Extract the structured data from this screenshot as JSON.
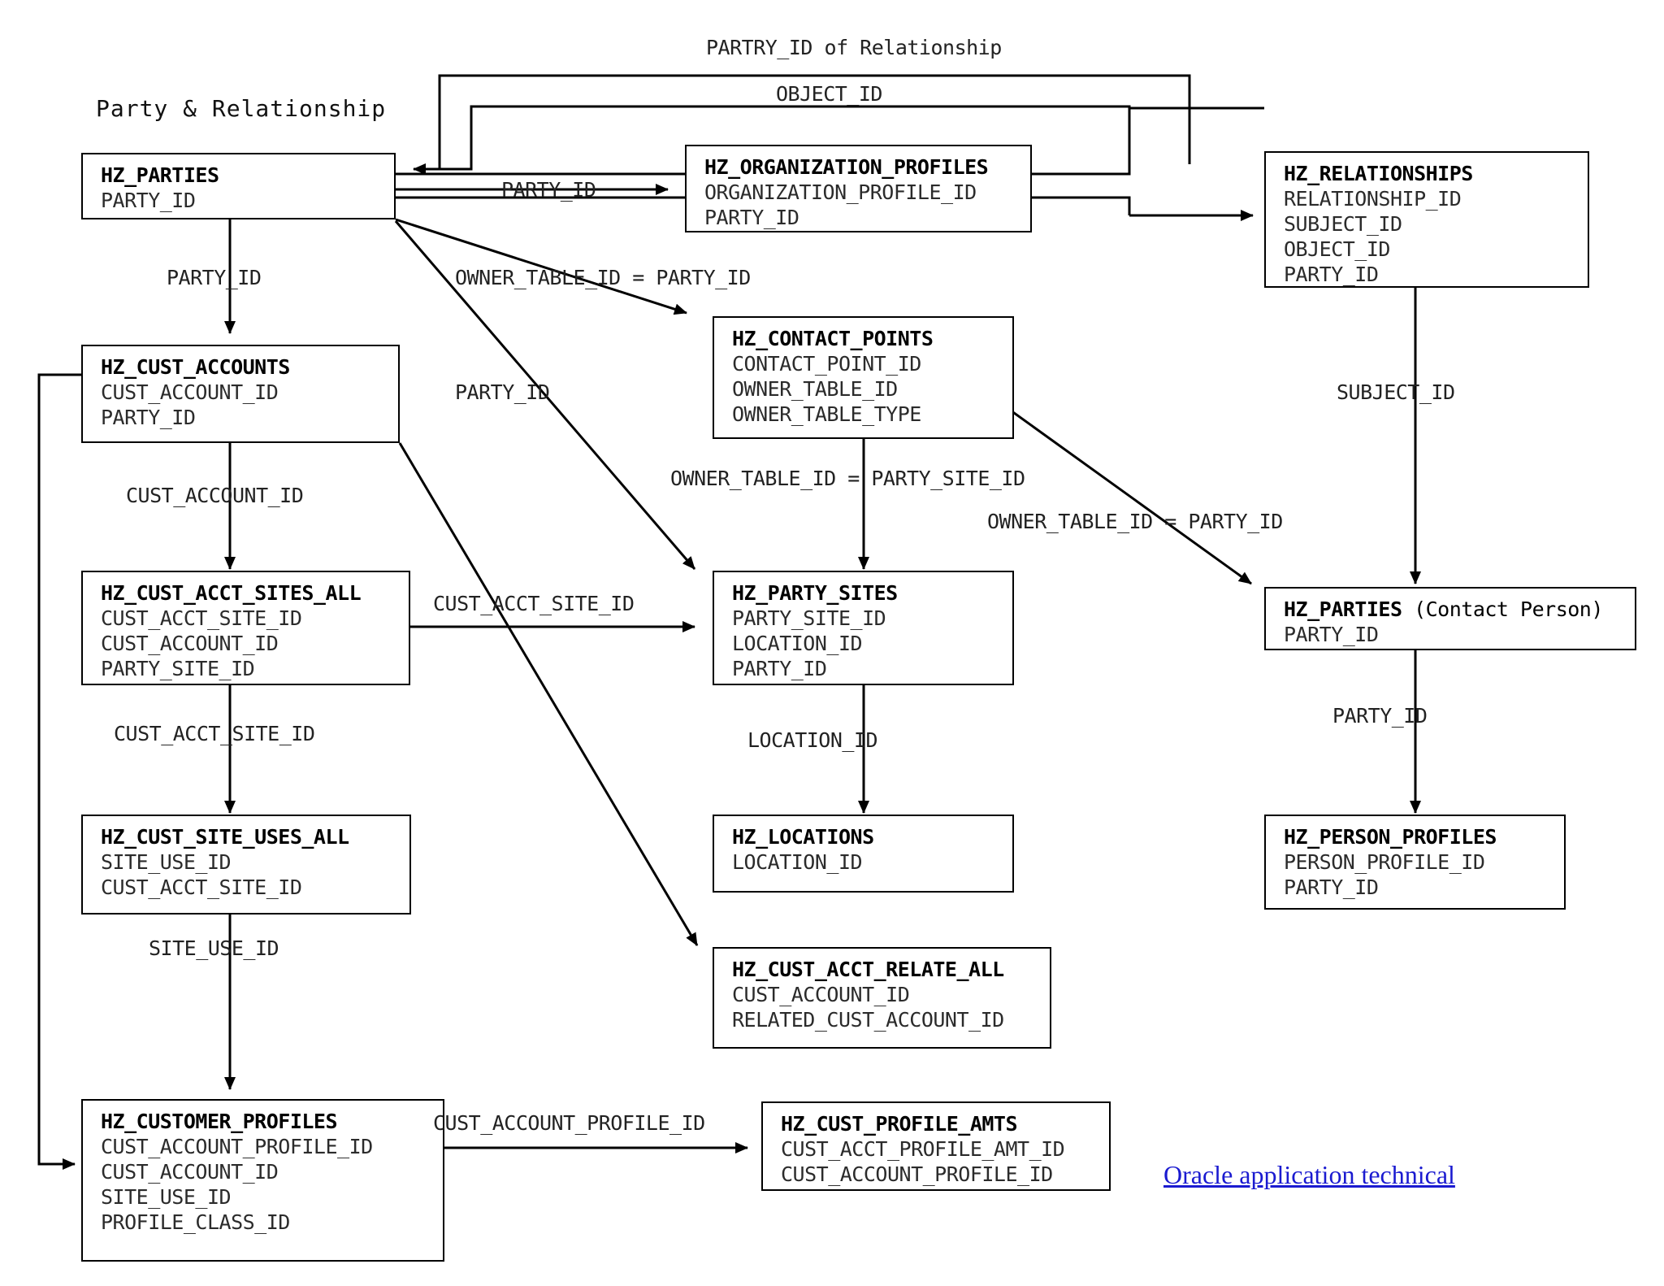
{
  "diagram": {
    "title": "Party & Relationship",
    "link_label": "Oracle application technical ",
    "link_color": "#1a1ad0"
  },
  "entities": [
    {
      "id": "hz_parties",
      "title": "HZ_PARTIES",
      "subtitle": "",
      "columns": [
        "PARTY_ID"
      ]
    },
    {
      "id": "hz_organization_profiles",
      "title": "HZ_ORGANIZATION_PROFILES",
      "subtitle": "",
      "columns": [
        "ORGANIZATION_PROFILE_ID",
        "PARTY_ID"
      ]
    },
    {
      "id": "hz_relationships",
      "title": "HZ_RELATIONSHIPS",
      "subtitle": "",
      "columns": [
        "RELATIONSHIP_ID",
        "SUBJECT_ID",
        "OBJECT_ID",
        "PARTY_ID"
      ]
    },
    {
      "id": "hz_cust_accounts",
      "title": "HZ_CUST_ACCOUNTS",
      "subtitle": "",
      "columns": [
        "CUST_ACCOUNT_ID",
        "PARTY_ID"
      ]
    },
    {
      "id": "hz_contact_points",
      "title": "HZ_CONTACT_POINTS",
      "subtitle": "",
      "columns": [
        "CONTACT_POINT_ID",
        "OWNER_TABLE_ID",
        "OWNER_TABLE_TYPE"
      ]
    },
    {
      "id": "hz_cust_acct_sites_all",
      "title": "HZ_CUST_ACCT_SITES_ALL",
      "subtitle": "",
      "columns": [
        "CUST_ACCT_SITE_ID",
        "CUST_ACCOUNT_ID",
        "PARTY_SITE_ID"
      ]
    },
    {
      "id": "hz_party_sites",
      "title": "HZ_PARTY_SITES",
      "subtitle": "",
      "columns": [
        "PARTY_SITE_ID",
        "LOCATION_ID",
        "PARTY_ID"
      ]
    },
    {
      "id": "hz_parties_contact",
      "title": "HZ_PARTIES",
      "subtitle": "(Contact Person)",
      "columns": [
        "PARTY_ID"
      ]
    },
    {
      "id": "hz_cust_site_uses_all",
      "title": "HZ_CUST_SITE_USES_ALL",
      "subtitle": "",
      "columns": [
        "SITE_USE_ID",
        "CUST_ACCT_SITE_ID"
      ]
    },
    {
      "id": "hz_locations",
      "title": "HZ_LOCATIONS",
      "subtitle": "",
      "columns": [
        "LOCATION_ID"
      ]
    },
    {
      "id": "hz_person_profiles",
      "title": "HZ_PERSON_PROFILES",
      "subtitle": "",
      "columns": [
        "PERSON_PROFILE_ID",
        "PARTY_ID"
      ]
    },
    {
      "id": "hz_cust_acct_relate_all",
      "title": "HZ_CUST_ACCT_RELATE_ALL",
      "subtitle": "",
      "columns": [
        "CUST_ACCOUNT_ID",
        "RELATED_CUST_ACCOUNT_ID"
      ]
    },
    {
      "id": "hz_customer_profiles",
      "title": "HZ_CUSTOMER_PROFILES",
      "subtitle": "",
      "columns": [
        "CUST_ACCOUNT_PROFILE_ID",
        "CUST_ACCOUNT_ID",
        "SITE_USE_ID",
        "PROFILE_CLASS_ID"
      ]
    },
    {
      "id": "hz_cust_profile_amts",
      "title": "HZ_CUST_PROFILE_AMTS",
      "subtitle": "",
      "columns": [
        "CUST_ACCT_PROFILE_AMT_ID",
        "CUST_ACCOUNT_PROFILE_ID"
      ]
    }
  ],
  "edge_labels": [
    {
      "id": "lbl_partry_id_of_relationship",
      "text": "PARTRY_ID of Relationship"
    },
    {
      "id": "lbl_object_id",
      "text": "OBJECT_ID"
    },
    {
      "id": "lbl_party_id_org",
      "text": "PARTY_ID"
    },
    {
      "id": "lbl_party_id_accounts",
      "text": "PARTY_ID"
    },
    {
      "id": "lbl_owner_table_id_party_id_1",
      "text": "OWNER_TABLE_ID = PARTY_ID"
    },
    {
      "id": "lbl_party_id_sites",
      "text": "PARTY_ID"
    },
    {
      "id": "lbl_subject_id",
      "text": "SUBJECT_ID"
    },
    {
      "id": "lbl_cust_account_id",
      "text": "CUST_ACCOUNT_ID"
    },
    {
      "id": "lbl_owner_table_id_party_site",
      "text": "OWNER_TABLE_ID = PARTY_SITE_ID"
    },
    {
      "id": "lbl_owner_table_id_party_id_2",
      "text": "OWNER_TABLE_ID = PARTY_ID"
    },
    {
      "id": "lbl_cust_acct_site_id_arrow",
      "text": "CUST_ACCT_SITE_ID"
    },
    {
      "id": "lbl_cust_acct_site_id_down",
      "text": "CUST_ACCT_SITE_ID"
    },
    {
      "id": "lbl_location_id",
      "text": "LOCATION_ID"
    },
    {
      "id": "lbl_party_id_person",
      "text": "PARTY_ID"
    },
    {
      "id": "lbl_site_use_id",
      "text": "SITE_USE_ID"
    },
    {
      "id": "lbl_cust_account_profile_id",
      "text": "CUST_ACCOUNT_PROFILE_ID"
    }
  ],
  "relationships": [
    {
      "from": "hz_parties",
      "to": "hz_organization_profiles",
      "label": "PARTY_ID"
    },
    {
      "from": "hz_relationships",
      "to": "hz_parties",
      "label": "PARTRY_ID of Relationship"
    },
    {
      "from": "hz_relationships",
      "to": "hz_parties",
      "label": "OBJECT_ID"
    },
    {
      "from": "hz_parties",
      "to": "hz_relationships",
      "label": ""
    },
    {
      "from": "hz_parties",
      "to": "hz_cust_accounts",
      "label": "PARTY_ID"
    },
    {
      "from": "hz_parties",
      "to": "hz_contact_points",
      "label": "OWNER_TABLE_ID = PARTY_ID"
    },
    {
      "from": "hz_parties",
      "to": "hz_party_sites",
      "label": "PARTY_ID"
    },
    {
      "from": "hz_relationships",
      "to": "hz_parties_contact",
      "label": "SUBJECT_ID"
    },
    {
      "from": "hz_cust_accounts",
      "to": "hz_cust_acct_sites_all",
      "label": "CUST_ACCOUNT_ID"
    },
    {
      "from": "hz_cust_accounts",
      "to": "hz_cust_acct_relate_all",
      "label": ""
    },
    {
      "from": "hz_cust_accounts",
      "to": "hz_customer_profiles",
      "label": ""
    },
    {
      "from": "hz_contact_points",
      "to": "hz_party_sites",
      "label": "OWNER_TABLE_ID = PARTY_SITE_ID"
    },
    {
      "from": "hz_contact_points",
      "to": "hz_parties_contact",
      "label": "OWNER_TABLE_ID = PARTY_ID"
    },
    {
      "from": "hz_cust_acct_sites_all",
      "to": "hz_party_sites",
      "label": "CUST_ACCT_SITE_ID"
    },
    {
      "from": "hz_cust_acct_sites_all",
      "to": "hz_cust_site_uses_all",
      "label": "CUST_ACCT_SITE_ID"
    },
    {
      "from": "hz_party_sites",
      "to": "hz_locations",
      "label": "LOCATION_ID"
    },
    {
      "from": "hz_parties_contact",
      "to": "hz_person_profiles",
      "label": "PARTY_ID"
    },
    {
      "from": "hz_cust_site_uses_all",
      "to": "hz_customer_profiles",
      "label": "SITE_USE_ID"
    },
    {
      "from": "hz_customer_profiles",
      "to": "hz_cust_profile_amts",
      "label": "CUST_ACCOUNT_PROFILE_ID"
    }
  ]
}
